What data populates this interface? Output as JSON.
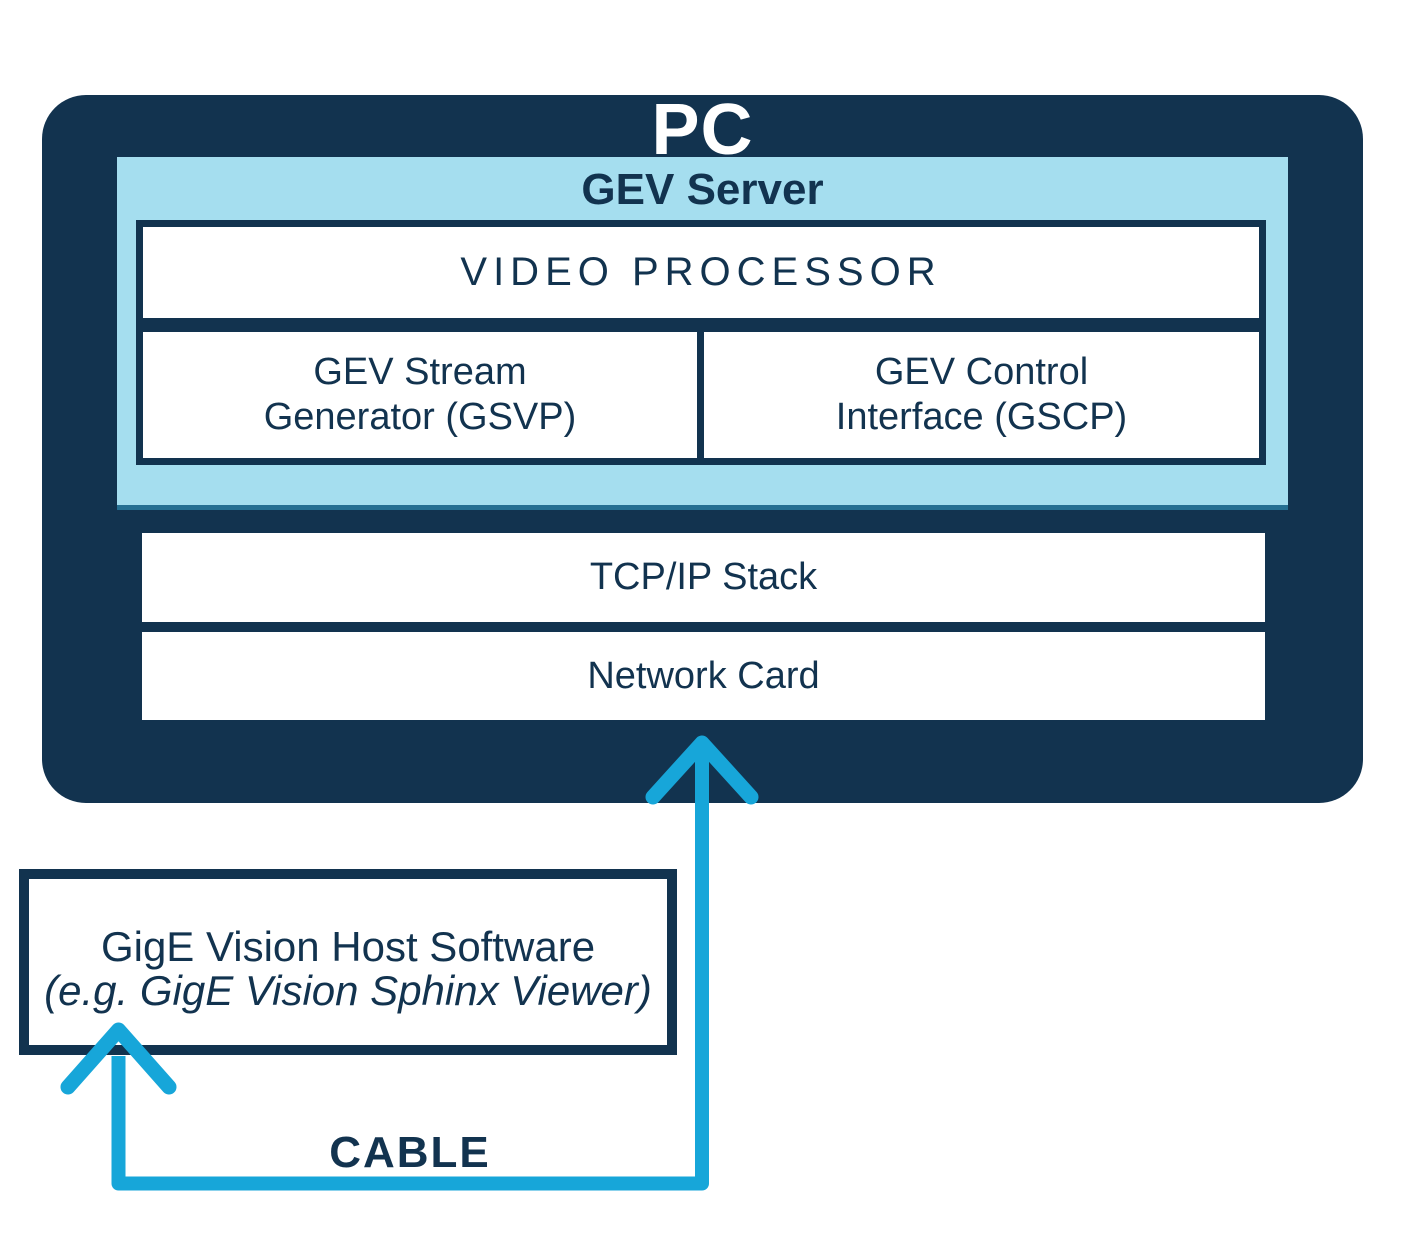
{
  "colors": {
    "navy": "#12334F",
    "panel_blue": "#A5DEEF",
    "panel_blue_edge": "#256F92",
    "cyan": "#17A6D9",
    "white": "#FFFFFF"
  },
  "pc": {
    "title": "PC"
  },
  "gev_server": {
    "title": "GEV Server",
    "video_processor": {
      "label": "VIDEO PROCESSOR"
    },
    "stream_generator": {
      "line1": "GEV Stream",
      "line2": "Generator (GSVP)"
    },
    "control_interface": {
      "line1": "GEV Control",
      "line2": "Interface (GSCP)"
    }
  },
  "tcpip": {
    "label": "TCP/IP Stack"
  },
  "network_card": {
    "label": "Network Card"
  },
  "host_software": {
    "line1": "GigE Vision Host Software",
    "line2": "(e.g. GigE Vision Sphinx Viewer)"
  },
  "cable": {
    "label": "CABLE"
  }
}
